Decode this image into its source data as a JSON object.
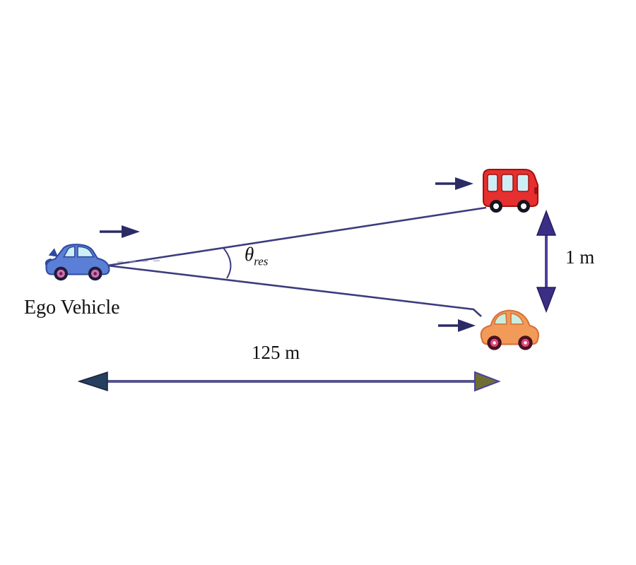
{
  "diagram": {
    "description": "Radar angular resolution scene: ego vehicle resolving two target vehicles separated laterally by 1 m at 125 m range, subtending angle theta_res",
    "background": "#ffffff",
    "labels": {
      "ego_vehicle": "Ego Vehicle",
      "angle_symbol": "θ",
      "angle_subscript": "res",
      "vertical_distance": "1 m",
      "horizontal_distance": "125 m"
    },
    "vehicles": [
      {
        "id": "ego-vehicle",
        "type": "car",
        "color_name": "blue",
        "label": "Ego Vehicle",
        "heading": "right"
      },
      {
        "id": "target-van",
        "type": "van",
        "color_name": "red",
        "heading": "right"
      },
      {
        "id": "target-car",
        "type": "car",
        "color_name": "orange",
        "heading": "right"
      }
    ],
    "colors": {
      "background": "#ffffff",
      "line": "#3c3c7e",
      "dash": "#9a9ab4",
      "arrow_dark": "#2b2b66",
      "h_arrow_shaft": "#55558c",
      "h_arrow_left_head": "#24405e",
      "h_arrow_right_head": "#6e6e33",
      "v_arrow_shaft": "#4b3f9e",
      "v_arrow_head": "#3a2f85",
      "ego_body": "#5b7fd6",
      "ego_trim": "#2e4a9e",
      "van_body": "#e62f2f",
      "van_trim": "#a01010",
      "car_body": "#f29a58",
      "car_trim": "#d4703a",
      "window": "#cdeef5",
      "wheel_dark": "#1d1d3a",
      "hub_pink": "#d06fb0",
      "text": "#111111"
    }
  }
}
